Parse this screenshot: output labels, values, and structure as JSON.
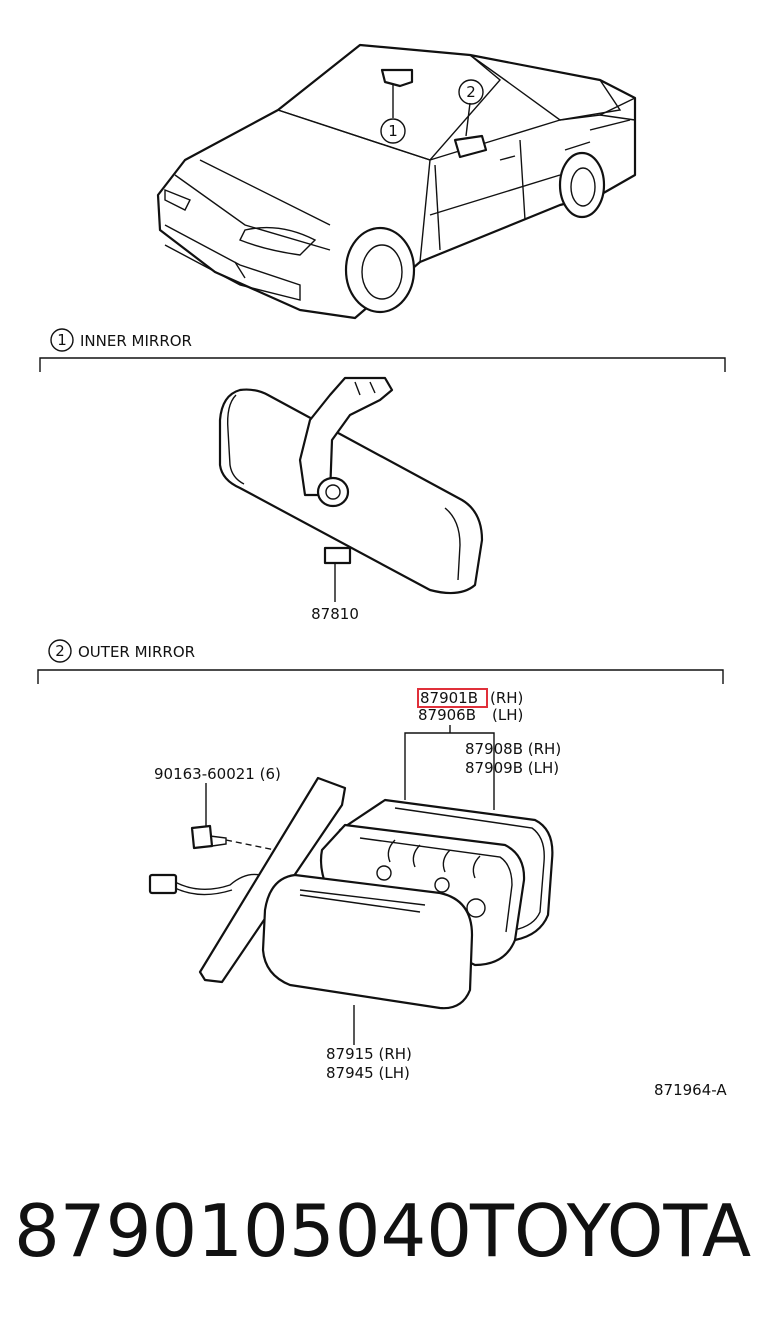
{
  "sections": [
    {
      "number": "1",
      "title": "INNER MIRROR"
    },
    {
      "number": "2",
      "title": "OUTER MIRROR"
    }
  ],
  "callouts": {
    "inner": "1",
    "outer": "2"
  },
  "parts": {
    "inner_mirror": "87810",
    "mirror_assy_rh": "87901B",
    "mirror_assy_rh_side": "(RH)",
    "mirror_assy_lh": "87906B",
    "mirror_assy_lh_side": "(LH)",
    "glass_rh": "87908B (RH)",
    "glass_lh": "87909B (LH)",
    "screw": "90163-60021 (6)",
    "cover_rh": "87915 (RH)",
    "cover_lh": "87945 (LH)"
  },
  "diagram_code": "871964-A",
  "footer": {
    "part_number": "8790105040",
    "brand": "TOYOTA"
  },
  "colors": {
    "highlight": "#e0303a",
    "ink": "#111111"
  }
}
